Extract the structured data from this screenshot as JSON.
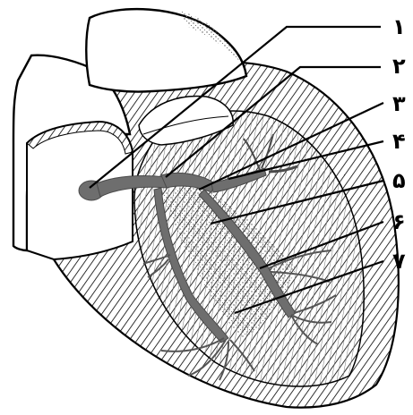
{
  "labels": [
    {
      "id": 1,
      "text": "۱"
    },
    {
      "id": 2,
      "text": "۲"
    },
    {
      "id": 3,
      "text": "۳"
    },
    {
      "id": 4,
      "text": "۴"
    },
    {
      "id": 5,
      "text": "۵"
    },
    {
      "id": 6,
      "text": "۶"
    },
    {
      "id": 7,
      "text": "۷"
    }
  ],
  "colors": {
    "outline": "#000000",
    "conduction_system": "#6e6e6e",
    "background": "#ffffff"
  }
}
